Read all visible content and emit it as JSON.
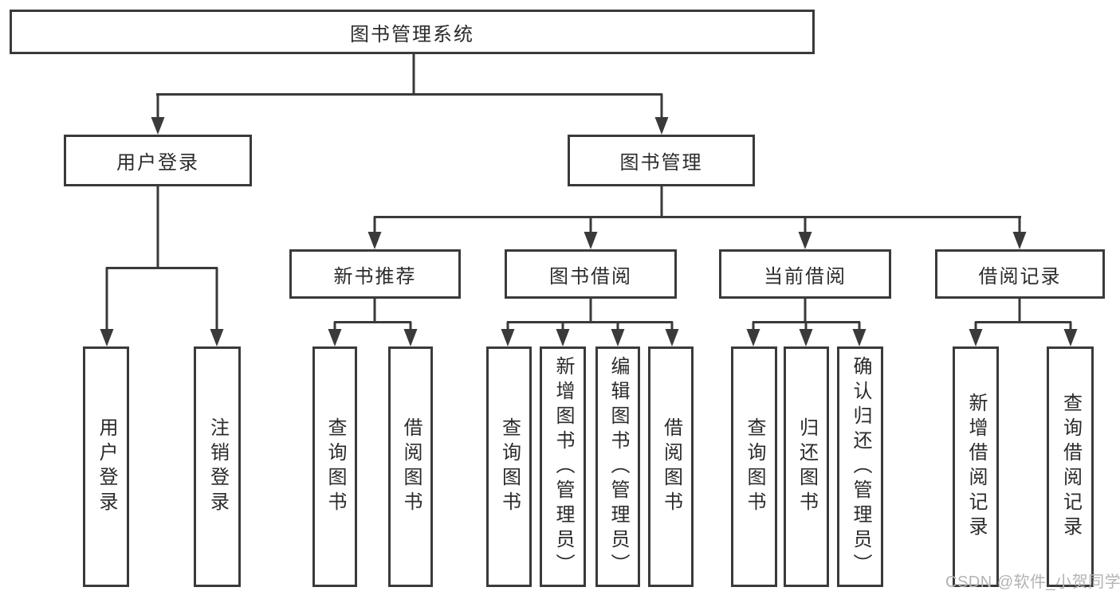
{
  "diagram": {
    "root": {
      "label": "图书管理系统"
    },
    "level2": [
      {
        "id": "user-login-group",
        "label": "用户登录"
      },
      {
        "id": "book-management",
        "label": "图书管理"
      }
    ],
    "level3": [
      {
        "id": "new-book-recommendation",
        "label": "新书推荐",
        "parent": "图书管理"
      },
      {
        "id": "book-borrowing",
        "label": "图书借阅",
        "parent": "图书管理"
      },
      {
        "id": "current-borrowing",
        "label": "当前借阅",
        "parent": "图书管理"
      },
      {
        "id": "borrowing-records",
        "label": "借阅记录",
        "parent": "图书管理"
      }
    ],
    "leaves": [
      {
        "label": "用户登录",
        "parent": "用户登录"
      },
      {
        "label": "注销登录",
        "parent": "用户登录"
      },
      {
        "label": "查询图书",
        "parent": "新书推荐"
      },
      {
        "label": "借阅图书",
        "parent": "新书推荐"
      },
      {
        "label": "查询图书",
        "parent": "图书借阅"
      },
      {
        "label": "新增图书（管理员）",
        "parent": "图书借阅"
      },
      {
        "label": "编辑图书（管理员）",
        "parent": "图书借阅"
      },
      {
        "label": "借阅图书",
        "parent": "图书借阅"
      },
      {
        "label": "查询图书",
        "parent": "当前借阅"
      },
      {
        "label": "归还图书",
        "parent": "当前借阅"
      },
      {
        "label": "确认归还（管理员）",
        "parent": "当前借阅"
      },
      {
        "label": "新增借阅记录",
        "parent": "借阅记录"
      },
      {
        "label": "查询借阅记录",
        "parent": "借阅记录"
      }
    ],
    "watermark": "CSDN @软件_小贺同学",
    "colors": {
      "line": "#3a3a3a",
      "text": "#2b2b2b",
      "watermark": "#b3b3b3",
      "background": "#ffffff"
    }
  }
}
